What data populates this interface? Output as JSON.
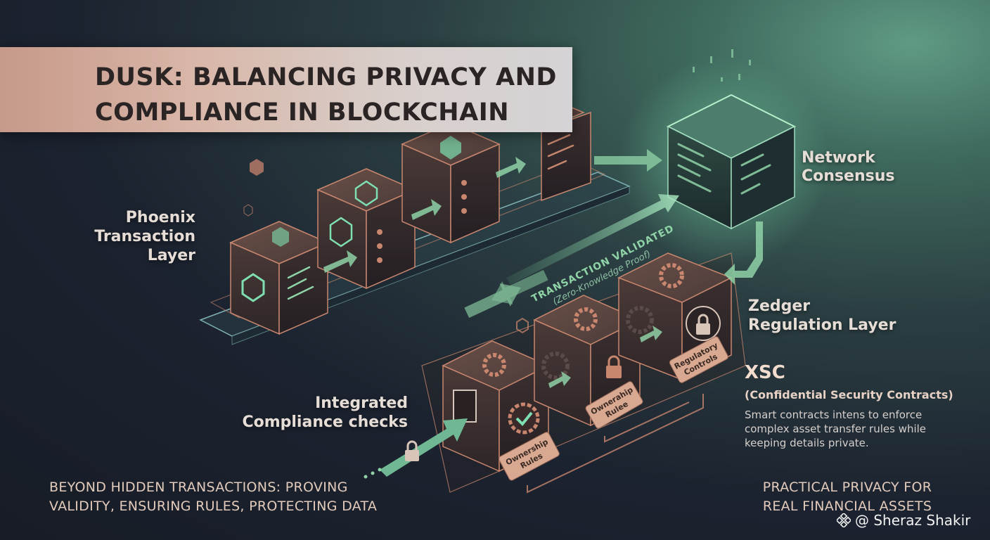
{
  "title": {
    "line1": "DUSK: BALANCING PRIVACY AND",
    "line2": "COMPLIANCE IN BLOCKCHAIN"
  },
  "labels": {
    "phoenix": [
      "Phoenix",
      "Transaction",
      "Layer"
    ],
    "network": [
      "Network",
      "Consensus"
    ],
    "zedger": [
      "Zedger",
      "Regulation Layer"
    ],
    "integrated": [
      "Integrated",
      "Compliance checks"
    ],
    "transaction_validated": "TRANSACTION VALIDATED",
    "zero_knowledge": "(Zero-Knowledge Proof)"
  },
  "xsc": {
    "title": "XSC",
    "subtitle": "(Confidential Security Contracts)",
    "description": "Smart contracts intens to enforce complex asset transfer rules while keeping details private."
  },
  "tags": {
    "ownership_rules_front": [
      "Ownership",
      "Rules"
    ],
    "ownership_rule_middle": [
      "Ownerahip",
      "Rulee"
    ],
    "regulatory_controls": [
      "Regulatory",
      "Controls"
    ]
  },
  "bottom": {
    "left": [
      "BEYOND HIDDEN TRANSACTIONS: PROVING",
      "VALIDITY, ENSURING RULES, PROTECTING DATA"
    ],
    "right": [
      "PRACTICAL PRIVACY FOR",
      "REAL FINANCIAL ASSETS"
    ]
  },
  "watermark": "@ Sheraz Shakir",
  "colors": {
    "copper": "#c8866e",
    "mint": "#8fd3a7",
    "cube_face": "#3a2e2e",
    "glow": "#7ee0b0"
  },
  "icons": [
    "hexagon-icon",
    "gear-icon",
    "padlock-icon",
    "checkmark-gear-icon",
    "document-icon",
    "server-cube-icon",
    "arrow-icon"
  ]
}
